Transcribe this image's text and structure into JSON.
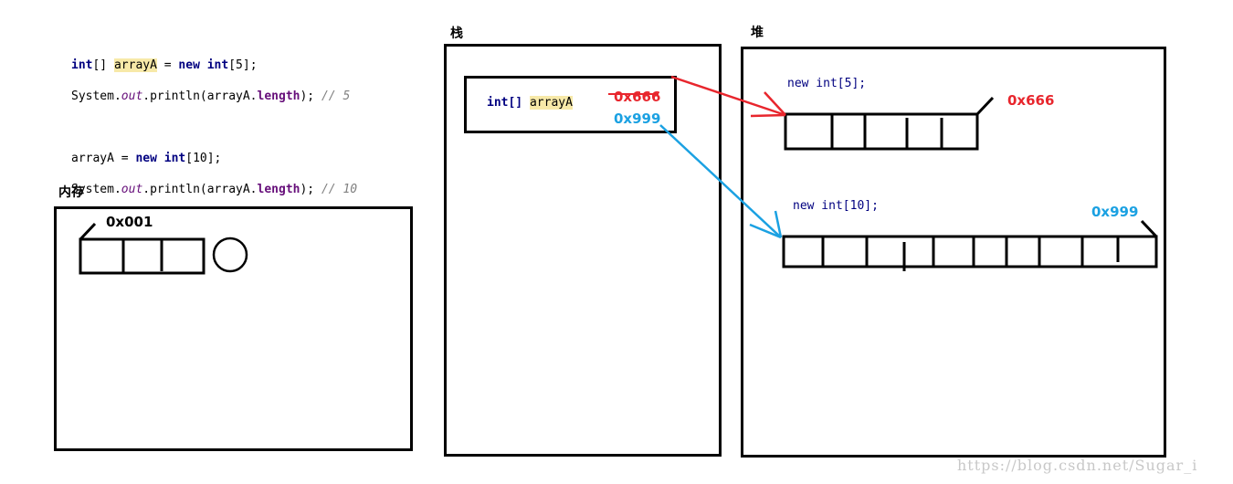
{
  "code": {
    "line1": {
      "kw": "int",
      "pre": "[] ",
      "var": "arrayA",
      "mid": " = ",
      "kw2": "new",
      "sp": " ",
      "kw3": "int",
      "tail": "[5];"
    },
    "line2": {
      "pre": "System.",
      "fld": "out",
      "mid": ".println(arrayA.",
      "fld2": "length",
      "tail": "); ",
      "cm": "// 5"
    },
    "line3": {
      "pre": "arrayA = ",
      "kw": "new",
      "sp": " ",
      "kw2": "int",
      "tail": "[10];"
    },
    "line4": {
      "pre": "System.",
      "fld": "out",
      "mid": ".println(arrayA.",
      "fld2": "length",
      "tail": "); ",
      "cm": "// 10"
    }
  },
  "memory": {
    "title": "内存",
    "address": "0x001"
  },
  "stack": {
    "title": "栈",
    "var_type": "int[]",
    "var_name": "arrayA",
    "old_address": "0x666",
    "new_address": "0x999"
  },
  "heap": {
    "title": "堆",
    "array1_label": "new int[5];",
    "array1_address": "0x666",
    "array2_label": "new int[10];",
    "array2_address": "0x999"
  },
  "colors": {
    "red": "#e8262d",
    "blue": "#1ba1e2",
    "black": "#000000"
  },
  "watermark": "https://blog.csdn.net/Sugar_i"
}
